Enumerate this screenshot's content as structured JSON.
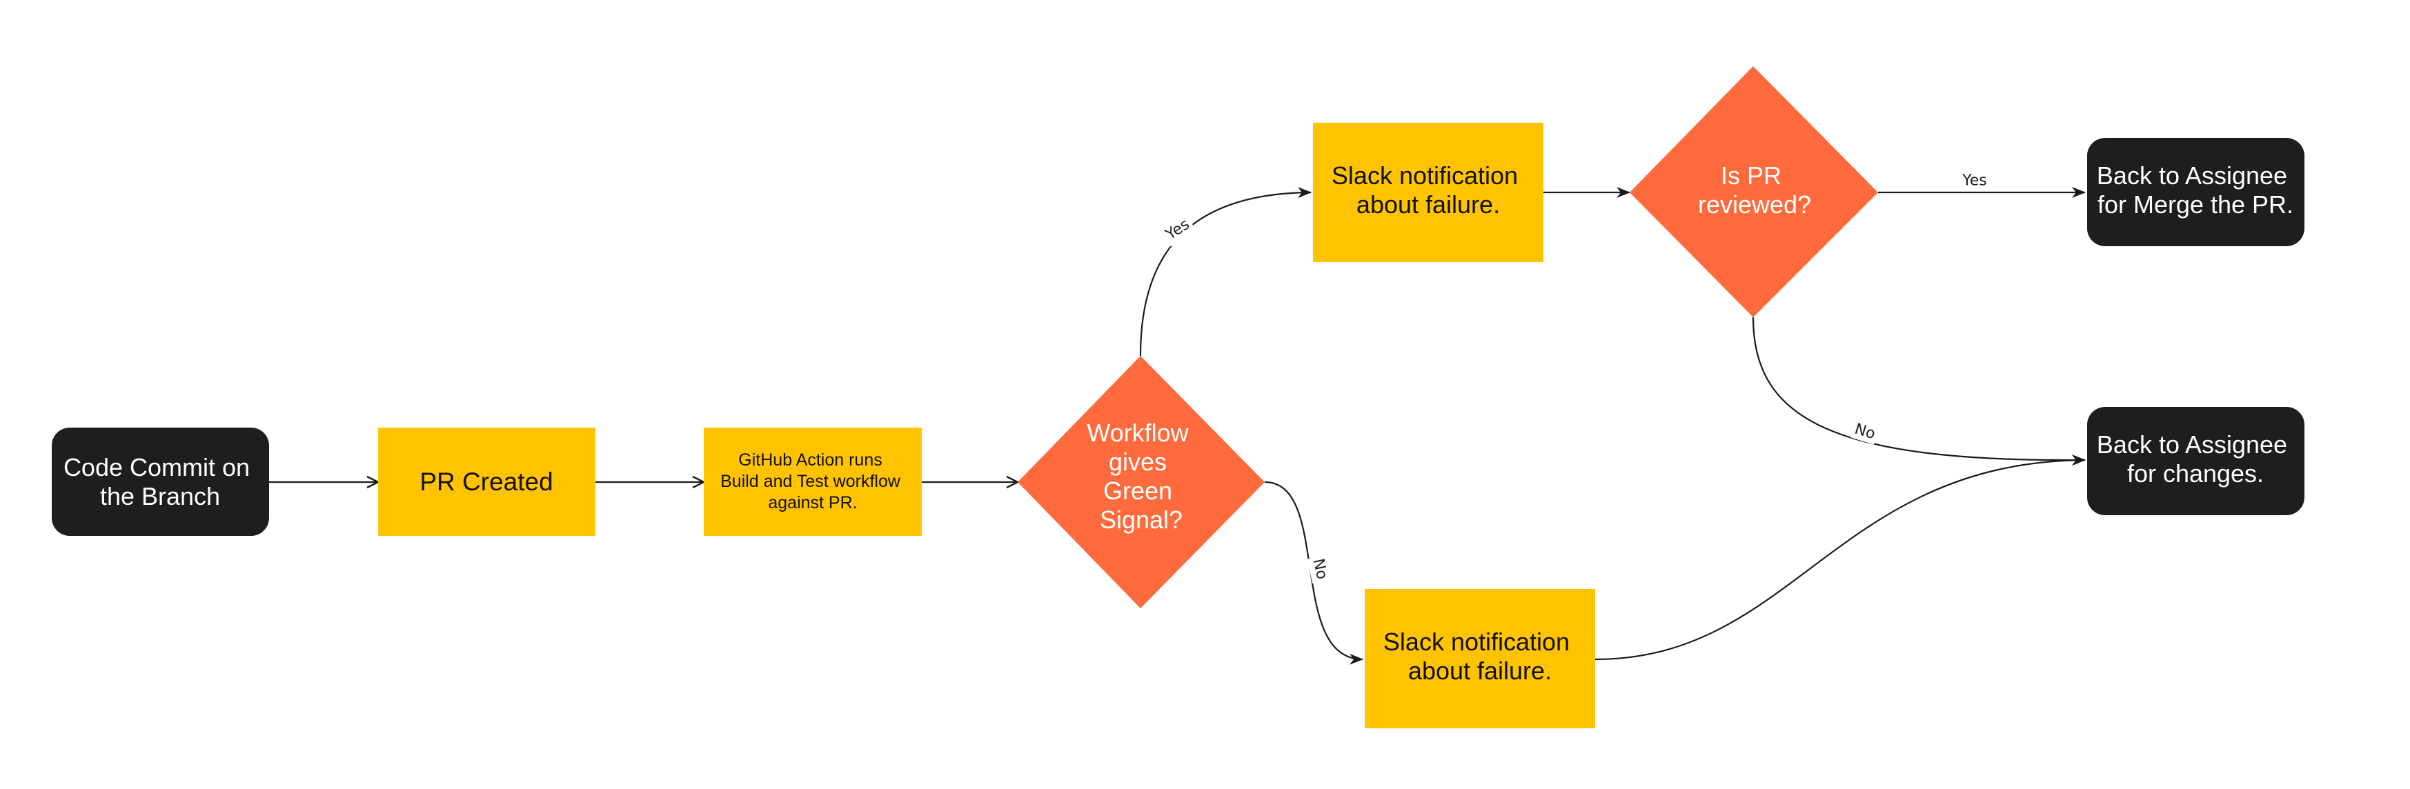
{
  "colors": {
    "terminal": "#1e1e1e",
    "process": "#ffc300",
    "decision": "#ff6b3d",
    "terminal_text": "#ffffff",
    "process_text": "#111111",
    "decision_text": "#ffffff",
    "edge": "#1a1a1a"
  },
  "nodes": {
    "code_commit": {
      "lines": [
        "Code Commit on",
        "the Branch"
      ]
    },
    "pr_created": {
      "lines": [
        "PR Created"
      ]
    },
    "github_action": {
      "lines": [
        "GitHub Action runs",
        "Build and Test workflow",
        "against PR."
      ]
    },
    "workflow_decision": {
      "lines": [
        "Workflow",
        "gives",
        "Green",
        "Signal?"
      ]
    },
    "slack_top": {
      "lines": [
        "Slack notification",
        "about failure."
      ]
    },
    "slack_bottom": {
      "lines": [
        "Slack notification",
        "about failure."
      ]
    },
    "pr_reviewed": {
      "lines": [
        "Is PR",
        "reviewed?"
      ]
    },
    "back_merge": {
      "lines": [
        "Back to Assignee",
        "for Merge the PR."
      ]
    },
    "back_changes": {
      "lines": [
        "Back to Assignee",
        "for changes."
      ]
    }
  },
  "edges": {
    "workflow_yes": "Yes",
    "workflow_no": "No",
    "reviewed_yes": "Yes",
    "reviewed_no": "No"
  }
}
